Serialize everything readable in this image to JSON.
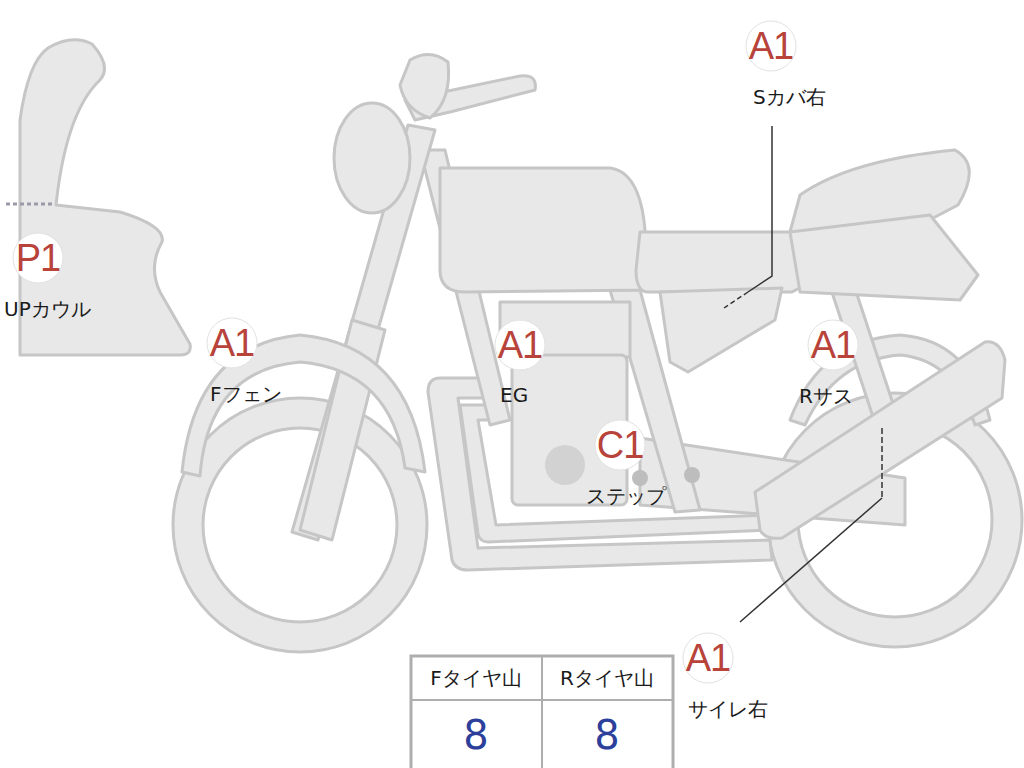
{
  "diagram": {
    "nodes": [
      {
        "text": [
          "A1",
          "Sカバ右"
        ]
      },
      {
        "text": [
          "P1",
          "UPカウル"
        ]
      },
      {
        "text": [
          "A1",
          "Fフェン"
        ]
      },
      {
        "text": [
          "A1",
          "EG"
        ]
      },
      {
        "text": [
          "A1",
          "Rサス"
        ]
      },
      {
        "text": [
          "C1",
          "ステップ"
        ]
      },
      {
        "text": [
          "A1",
          "サイレ右"
        ]
      }
    ],
    "labels": [
      "Fタイヤ山",
      "Rタイヤ山",
      "8",
      "8"
    ]
  }
}
